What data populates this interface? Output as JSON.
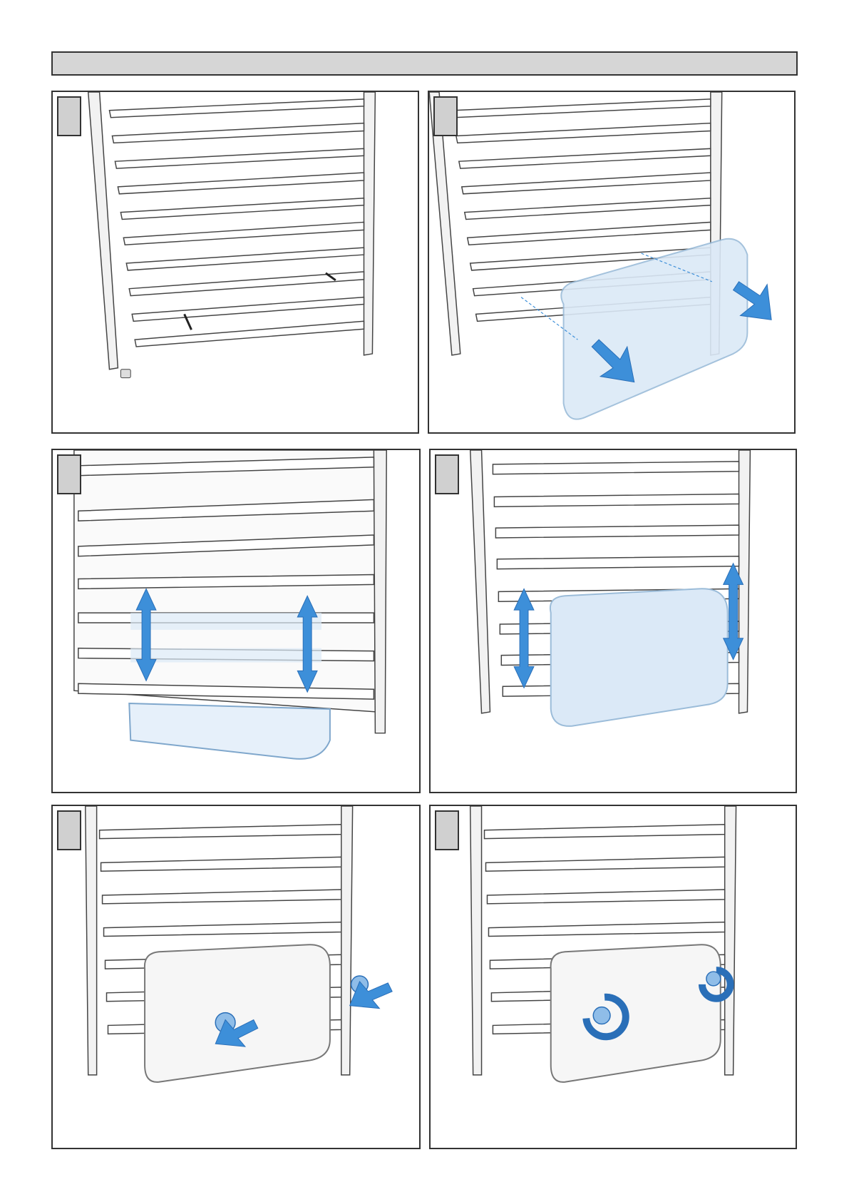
{
  "page": {
    "header_text": "",
    "colors": {
      "frame": "#333333",
      "header_fill": "#d6d6d6",
      "step_box_fill": "#d0d0d0",
      "accent_arrow": "#3d8fd9",
      "accent_arrow_dark": "#2a6fb8",
      "heater_body": "#dbe9f7"
    }
  },
  "steps": [
    {
      "number": "",
      "illustration": "radiator-with-mounting-brackets"
    },
    {
      "number": "",
      "illustration": "heater-cover-attach-arrows"
    },
    {
      "number": "",
      "illustration": "heater-bar-height-adjust-arrows"
    },
    {
      "number": "",
      "illustration": "heater-cover-vertical-position-arrows"
    },
    {
      "number": "",
      "illustration": "insert-fixing-knobs-arrows"
    },
    {
      "number": "",
      "illustration": "rotate-fixing-knobs-arrows"
    }
  ]
}
